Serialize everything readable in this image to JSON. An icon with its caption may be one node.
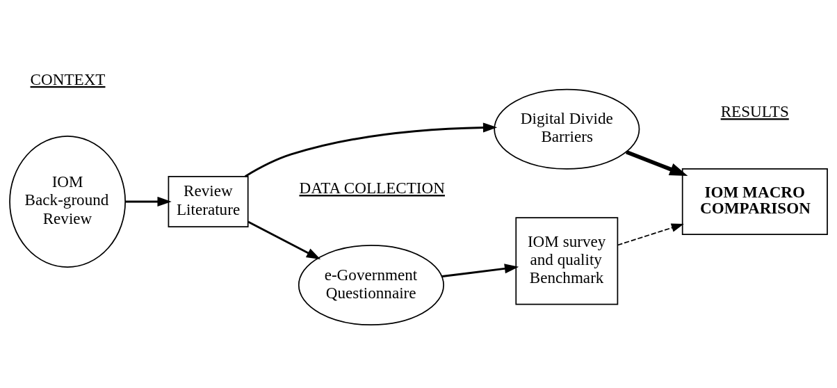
{
  "diagram": {
    "nodes": [
      {
        "text": [
          "IOM Back-ground Review"
        ]
      },
      {
        "text": [
          "Review Literature"
        ]
      },
      {
        "text": [
          "e-Government Questionnaire"
        ]
      },
      {
        "text": [
          "Digital Divide Barriers"
        ]
      },
      {
        "text": [
          "IOM survey and quality Benchmark"
        ]
      },
      {
        "text": [
          "IOM MACRO COMPARISON"
        ]
      }
    ],
    "edges": [
      {
        "from": 0,
        "to": 1,
        "arrow": "to"
      },
      {
        "from": 1,
        "to": 2,
        "arrow": "to"
      },
      {
        "from": 1,
        "to": 3,
        "arrow": "to"
      },
      {
        "from": 2,
        "to": 4,
        "arrow": "to"
      },
      {
        "from": 4,
        "to": 5,
        "arrow": "to",
        "style": "dashed"
      },
      {
        "from": 3,
        "to": 5,
        "arrow": "to",
        "style": "thick"
      }
    ],
    "labels": [
      "CONTEXT",
      "DATA COLLECTION",
      "RESULTS"
    ]
  }
}
